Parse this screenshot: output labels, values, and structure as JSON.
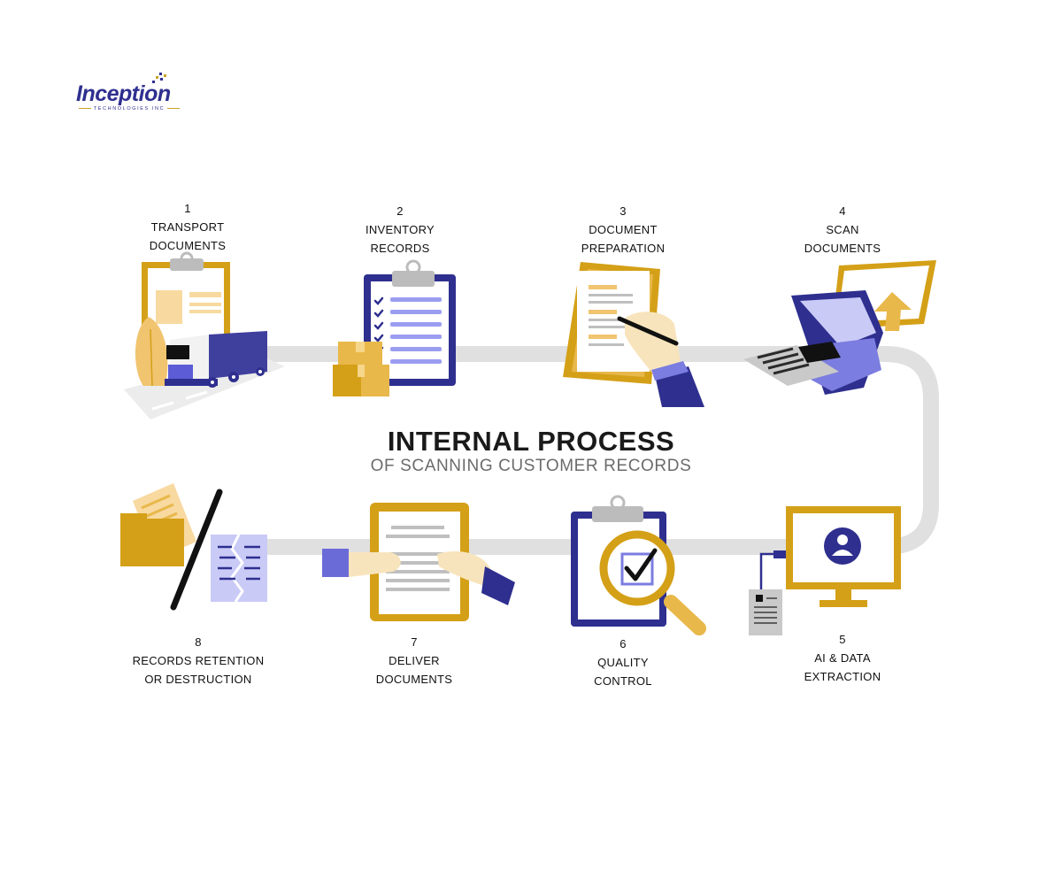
{
  "logo": {
    "name": "Inception",
    "tagline": "TECHNOLOGIES INC"
  },
  "title": {
    "main": "INTERNAL PROCESS",
    "sub": "OF SCANNING CUSTOMER RECORDS"
  },
  "steps": [
    {
      "number": "1",
      "label": "TRANSPORT\nDOCUMENTS",
      "icon": "truck-clipboard-icon"
    },
    {
      "number": "2",
      "label": "INVENTORY\nRECORDS",
      "icon": "checklist-clipboard-icon"
    },
    {
      "number": "3",
      "label": "DOCUMENT\nPREPARATION",
      "icon": "document-pen-icon"
    },
    {
      "number": "4",
      "label": "SCAN\nDOCUMENTS",
      "icon": "scanner-upload-icon"
    },
    {
      "number": "5",
      "label": "AI & DATA\nEXTRACTION",
      "icon": "monitor-user-icon"
    },
    {
      "number": "6",
      "label": "QUALITY\nCONTROL",
      "icon": "magnifier-check-icon"
    },
    {
      "number": "7",
      "label": "DELIVER\nDOCUMENTS",
      "icon": "handover-document-icon"
    },
    {
      "number": "8",
      "label": "RECORDS RETENTION\nOR DESTRUCTION",
      "icon": "folder-shred-icon"
    }
  ],
  "colors": {
    "gold": "#d4a017",
    "light_gold": "#e8b84a",
    "navy": "#2e2f8f",
    "lavender": "#7b7de0",
    "path": "#e0e0e0"
  }
}
